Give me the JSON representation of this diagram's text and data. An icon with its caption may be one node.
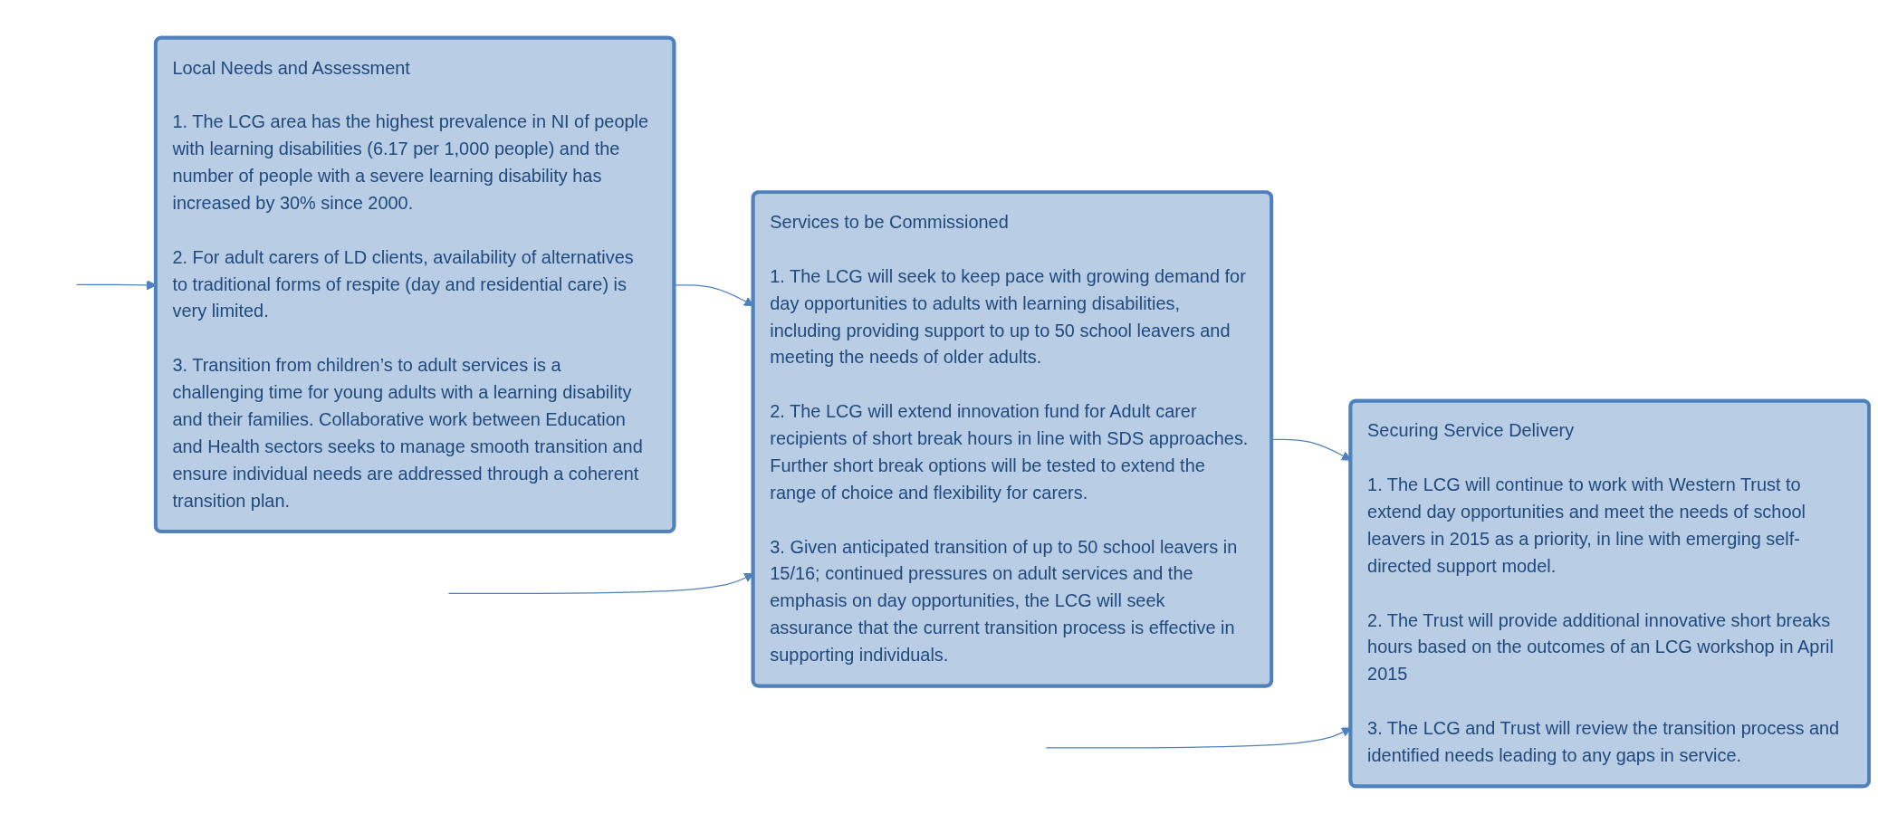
{
  "diagram": {
    "nodes": [
      {
        "text": [
          "Local Needs and Assessment",
          "1. The LCG area has the highest prevalence in NI of people with learning disabilities (6.17 per 1,000 people) and the number of people with a severe learning disability has increased by 30% since 2000.",
          "2. For adult carers of LD clients, availability of alternatives to traditional forms of respite (day and residential care) is very limited.",
          "3. Transition from children’s to adult services is a challenging time for young adults with a learning disability and their families. Collaborative work between Education and Health sectors seeks to manage smooth transition and ensure individual needs are addressed through a coherent transition plan."
        ]
      },
      {
        "text": [
          "Services to be Commissioned",
          "1. The LCG will seek to keep pace with growing demand for day opportunities to adults with learning disabilities, including providing support to up to 50 school leavers and meeting the needs of older adults.",
          "2. The LCG will extend innovation fund for Adult carer recipients of short break hours in line with SDS approaches. Further short break options will be tested to extend the range of choice and flexibility for carers.",
          "3. Given anticipated transition of up to 50 school leavers in 15/16; continued pressures on adult services and the emphasis on day opportunities, the LCG will seek assurance that the current transition process is effective in supporting individuals."
        ]
      },
      {
        "text": [
          "Securing Service Delivery",
          "1. The LCG will continue to work with Western Trust to extend day opportunities and meet the needs of school leavers in 2015 as a priority, in line with emerging self-directed support model.",
          "2. The Trust will provide additional innovative short breaks hours based on the outcomes of an LCG workshop in April 2015",
          "3. The LCG and Trust will review the transition process and identified needs leading to any gaps in service."
        ]
      }
    ],
    "edges": [
      {
        "from": 0,
        "to": 1,
        "arrow": "to"
      },
      {
        "from": 1,
        "to": 2,
        "arrow": "to"
      },
      {
        "from": null,
        "to": 0,
        "arrow": "to"
      },
      {
        "from": null,
        "to": 1,
        "arrow": "to"
      },
      {
        "from": null,
        "to": 2,
        "arrow": "to"
      }
    ]
  }
}
